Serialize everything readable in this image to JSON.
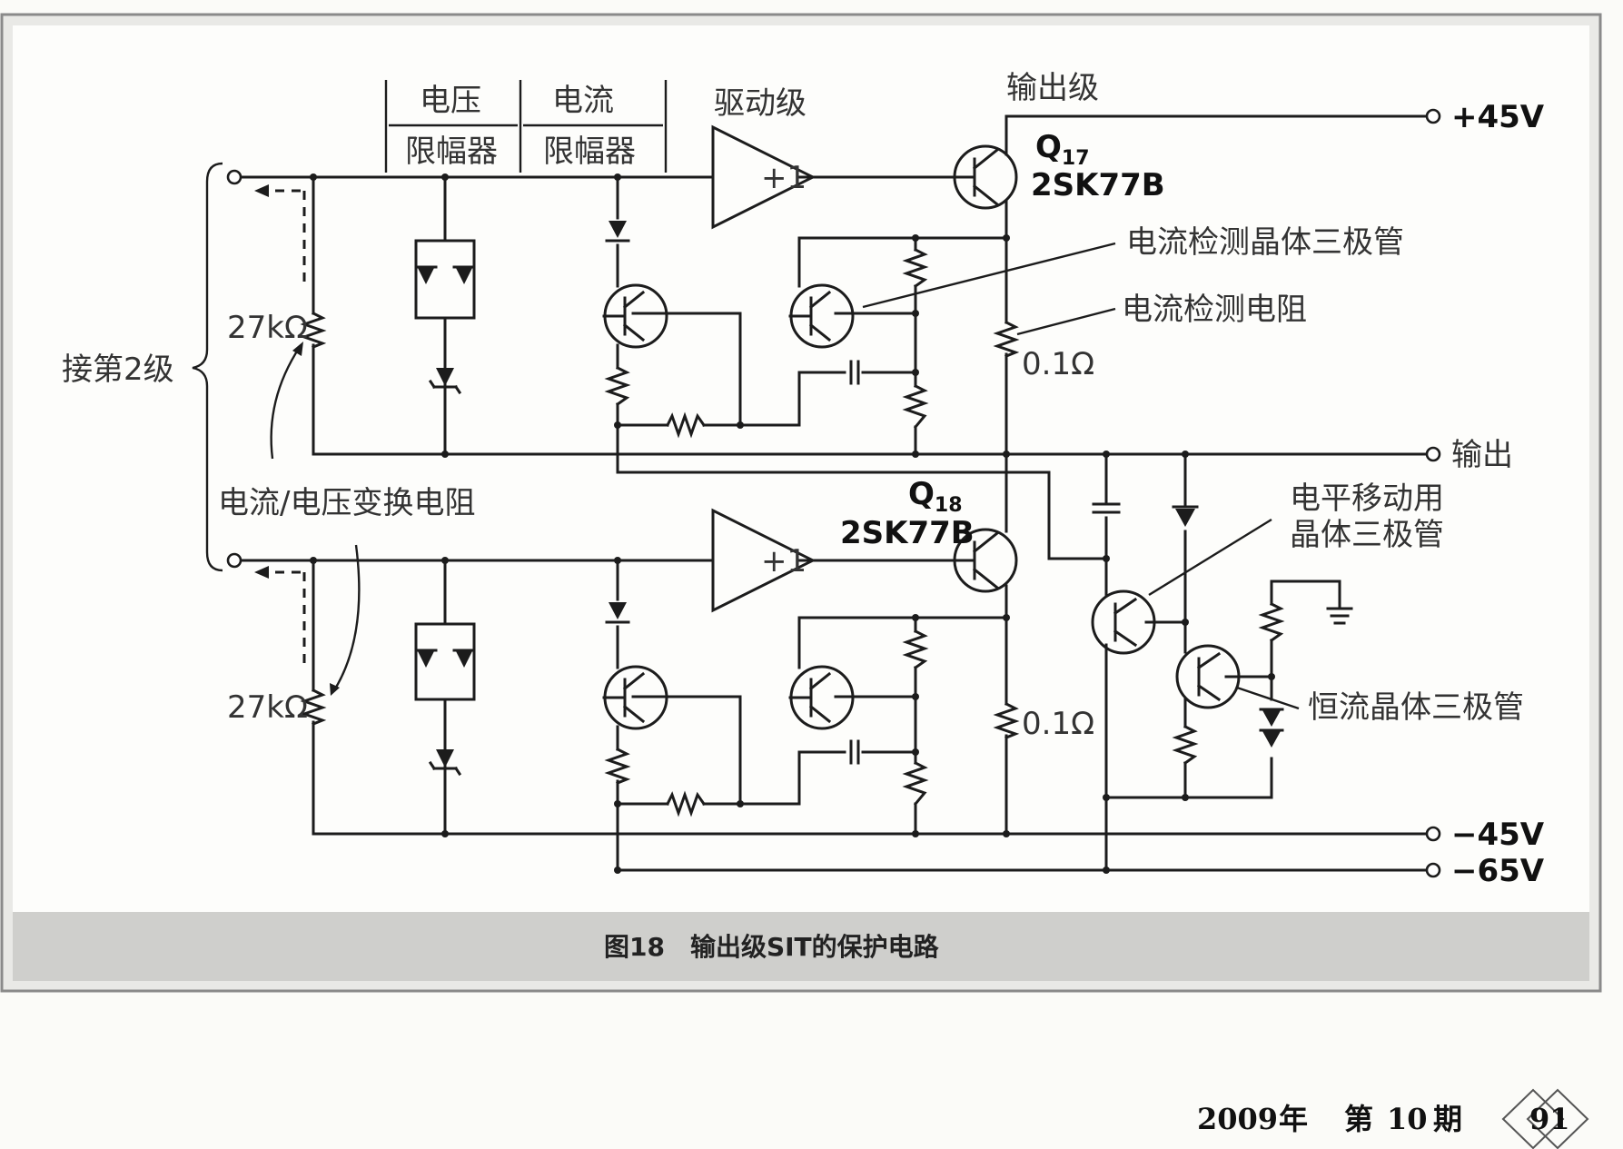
{
  "figure": {
    "caption": "图18　输出级SIT的保护电路",
    "labels": {
      "voltage_limiter_top": "电压",
      "voltage_limiter_bottom": "限幅器",
      "current_limiter_top": "电流",
      "current_limiter_bottom": "限幅器",
      "driver_stage": "驱动级",
      "output_stage": "输出级",
      "q17": "Q",
      "q17_sub": "17",
      "q17_part": "2SK77B",
      "q18": "Q",
      "q18_sub": "18",
      "q18_part": "2SK77B",
      "current_detect_transistor": "电流检测晶体三极管",
      "current_detect_resistor": "电流检测电阻",
      "level_shift_1": "电平移动用",
      "level_shift_2": "晶体三极管",
      "constant_current_transistor": "恒流晶体三极管",
      "iv_convert_resistor": "电流/电压变换电阻",
      "to_stage2": "接第2级",
      "r27k_top": "27kΩ",
      "r27k_bottom": "27kΩ",
      "r01_top": "0.1Ω",
      "r01_bottom": "0.1Ω",
      "buf_top": "+1",
      "buf_bottom": "+1",
      "rail_pos45": "+45V",
      "rail_out": "输出",
      "rail_neg45": "−45V",
      "rail_neg65": "−65V"
    }
  },
  "footer": {
    "year": "2009",
    "year_unit": "年",
    "issue_prefix": "第",
    "issue_num": "10",
    "issue_unit": "期",
    "page": "91"
  },
  "colors": {
    "panel": "#e9e9e6",
    "panel_border": "#8a8a8a",
    "caption_band": "#cfcfcc",
    "ink": "#1c1c1c"
  },
  "icons": {
    "page_badge": "double-diamond-icon"
  }
}
